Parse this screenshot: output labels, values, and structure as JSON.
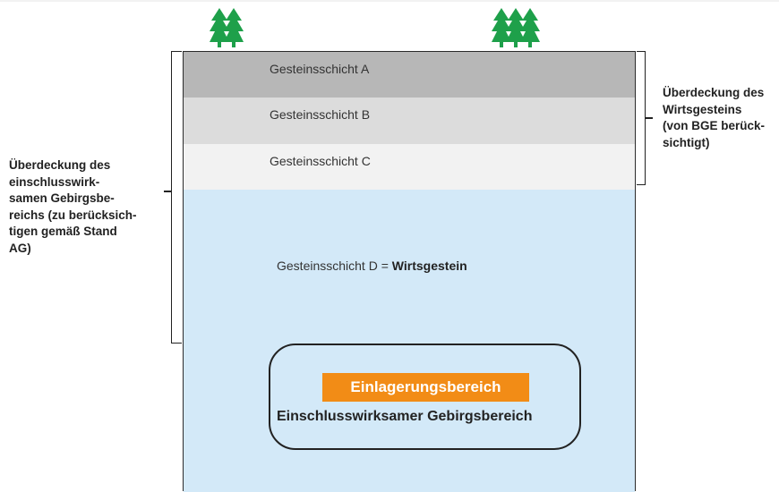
{
  "layers": {
    "a": "Gesteinsschicht A",
    "b": "Gesteinsschicht B",
    "c": "Gesteinsschicht C",
    "d_prefix": "Gesteinsschicht D = ",
    "d_bold": "Wirtsgestein"
  },
  "ewg": {
    "einlagerung": "Einlagerungsbereich",
    "label": "Einschlusswirksamer Gebirgsbereich"
  },
  "annotations": {
    "left": [
      "Überdeckung des",
      "einschlusswirk-",
      "samen Gebirgsbe-",
      "reichs (zu berücksich-",
      "tigen gemäß Stand",
      "AG)"
    ],
    "right": [
      "Überdeckung des",
      "Wirtsgesteins",
      "(von BGE berück-",
      "sichtigt)"
    ]
  },
  "icons": [
    "tree-icon"
  ],
  "colors": {
    "tree": "#1ea04a",
    "layer_a": "#b7b7b7",
    "layer_b": "#dcdcdc",
    "layer_c": "#f2f2f2",
    "layer_d": "#d3e9f8",
    "einlagerung": "#f28c16"
  }
}
